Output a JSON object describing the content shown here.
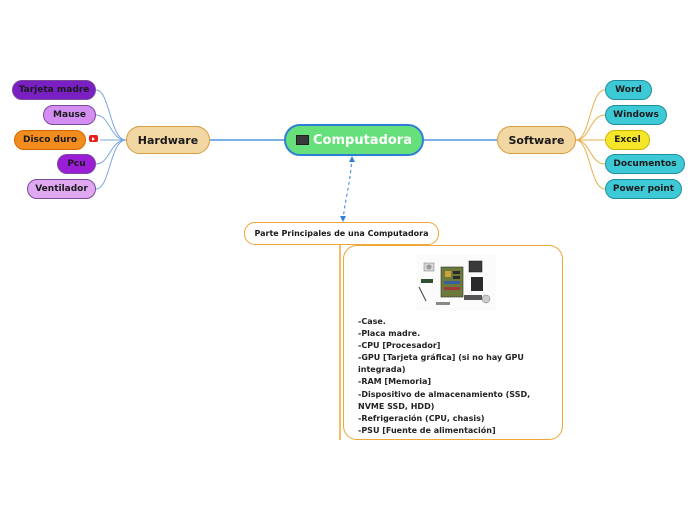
{
  "root": {
    "label": "Computadora",
    "icon": "computer-icon",
    "fill": "#66e07a",
    "stroke": "#2e7fd6"
  },
  "hardware": {
    "label": "Hardware",
    "items": [
      {
        "label": "Tarjeta madre",
        "color": "#7a1fc4"
      },
      {
        "label": "Mause",
        "color": "#d48ef2"
      },
      {
        "label": "Disco duro",
        "color": "#f28c1f",
        "icon": "youtube-icon"
      },
      {
        "label": "Pcu",
        "color": "#9a1ed6"
      },
      {
        "label": "Ventilador",
        "color": "#e0a8f0"
      }
    ]
  },
  "software": {
    "label": "Software",
    "items": [
      {
        "label": "Word",
        "color": "#3ec9d6"
      },
      {
        "label": "Windows",
        "color": "#3ec9d6"
      },
      {
        "label": "Excel",
        "color": "#f5e62a"
      },
      {
        "label": "Documentos",
        "color": "#3ec9d6"
      },
      {
        "label": "Power point",
        "color": "#3ec9d6"
      }
    ]
  },
  "parts": {
    "title": "Parte Principales de una Computadora",
    "image": "computer-components-image",
    "description": "-Case.\n-Placa madre.\n-CPU [Procesador]\n-GPU [Tarjeta gráfica] (si no hay GPU integrada)\n-RAM [Memoria]\n-Dispositivo de almacenamiento (SSD, NVME SSD, HDD)\n-Refrigeración (CPU, chasis)\n-PSU [Fuente de alimentación]"
  },
  "colors": {
    "branch_fill": "#f2d7a3",
    "branch_stroke": "#d99a3a",
    "link_left": "#7aa7e0",
    "link_right": "#e8b04a",
    "sub_stroke": "#f0a636"
  }
}
